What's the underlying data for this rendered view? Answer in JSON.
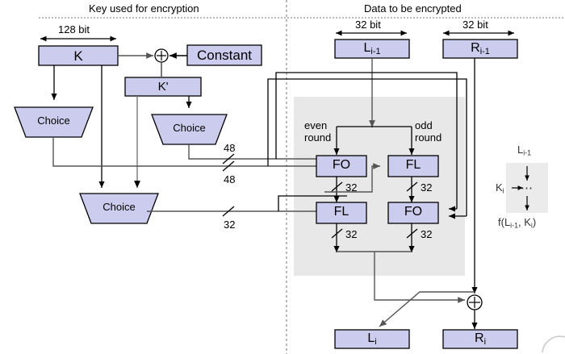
{
  "diagram": {
    "title_left": "Key used for encryption",
    "title_right": "Data to be encrypted",
    "colors": {
      "block_fill": "#ccccee",
      "block_stroke": "#000000",
      "panel_fill": "#e8e8e8",
      "wire_dark": "#000000",
      "wire_gray": "#666666",
      "divider": "#777777",
      "background": "#ffffff"
    }
  },
  "key_side": {
    "width_label": "128 bit",
    "blocks": [
      {
        "name": "key-block",
        "label": "K"
      },
      {
        "name": "constant-block",
        "label": "Constant"
      },
      {
        "name": "kprime-block",
        "label": "K'"
      }
    ],
    "choices": [
      {
        "name": "choice-left",
        "label": "Choice"
      },
      {
        "name": "choice-right",
        "label": "Choice"
      },
      {
        "name": "choice-bottom",
        "label": "Choice"
      }
    ],
    "xor_label": "+",
    "wire_widths": [
      "48",
      "48",
      "32"
    ]
  },
  "data_side": {
    "width_label_left": "32 bit",
    "width_label_right": "32 bit",
    "input_left": "L",
    "input_left_sub": "i-1",
    "input_right": "R",
    "input_right_sub": "i-1",
    "round_label_even_line1": "even",
    "round_label_even_line2": "round",
    "round_label_odd_line1": "odd",
    "round_label_odd_line2": "round",
    "functions": [
      {
        "name": "fo-top-left",
        "label": "FO"
      },
      {
        "name": "fl-top-right",
        "label": "FL"
      },
      {
        "name": "fl-bottom-left",
        "label": "FL"
      },
      {
        "name": "fo-bottom-right",
        "label": "FO"
      }
    ],
    "bus_labels": [
      "32",
      "32",
      "32",
      "32"
    ],
    "xor_label": "+",
    "output_left": "L",
    "output_left_sub": "i",
    "output_right": "R",
    "output_right_sub": "i"
  },
  "legend": {
    "input_label": "L",
    "input_sub": "i-1",
    "key_label": "K",
    "key_sub": "i",
    "body_glyph": "⋯",
    "output_label": "f(L",
    "output_sub1": "i-1",
    "output_mid": ", K",
    "output_sub2": "i",
    "output_end": ")"
  }
}
